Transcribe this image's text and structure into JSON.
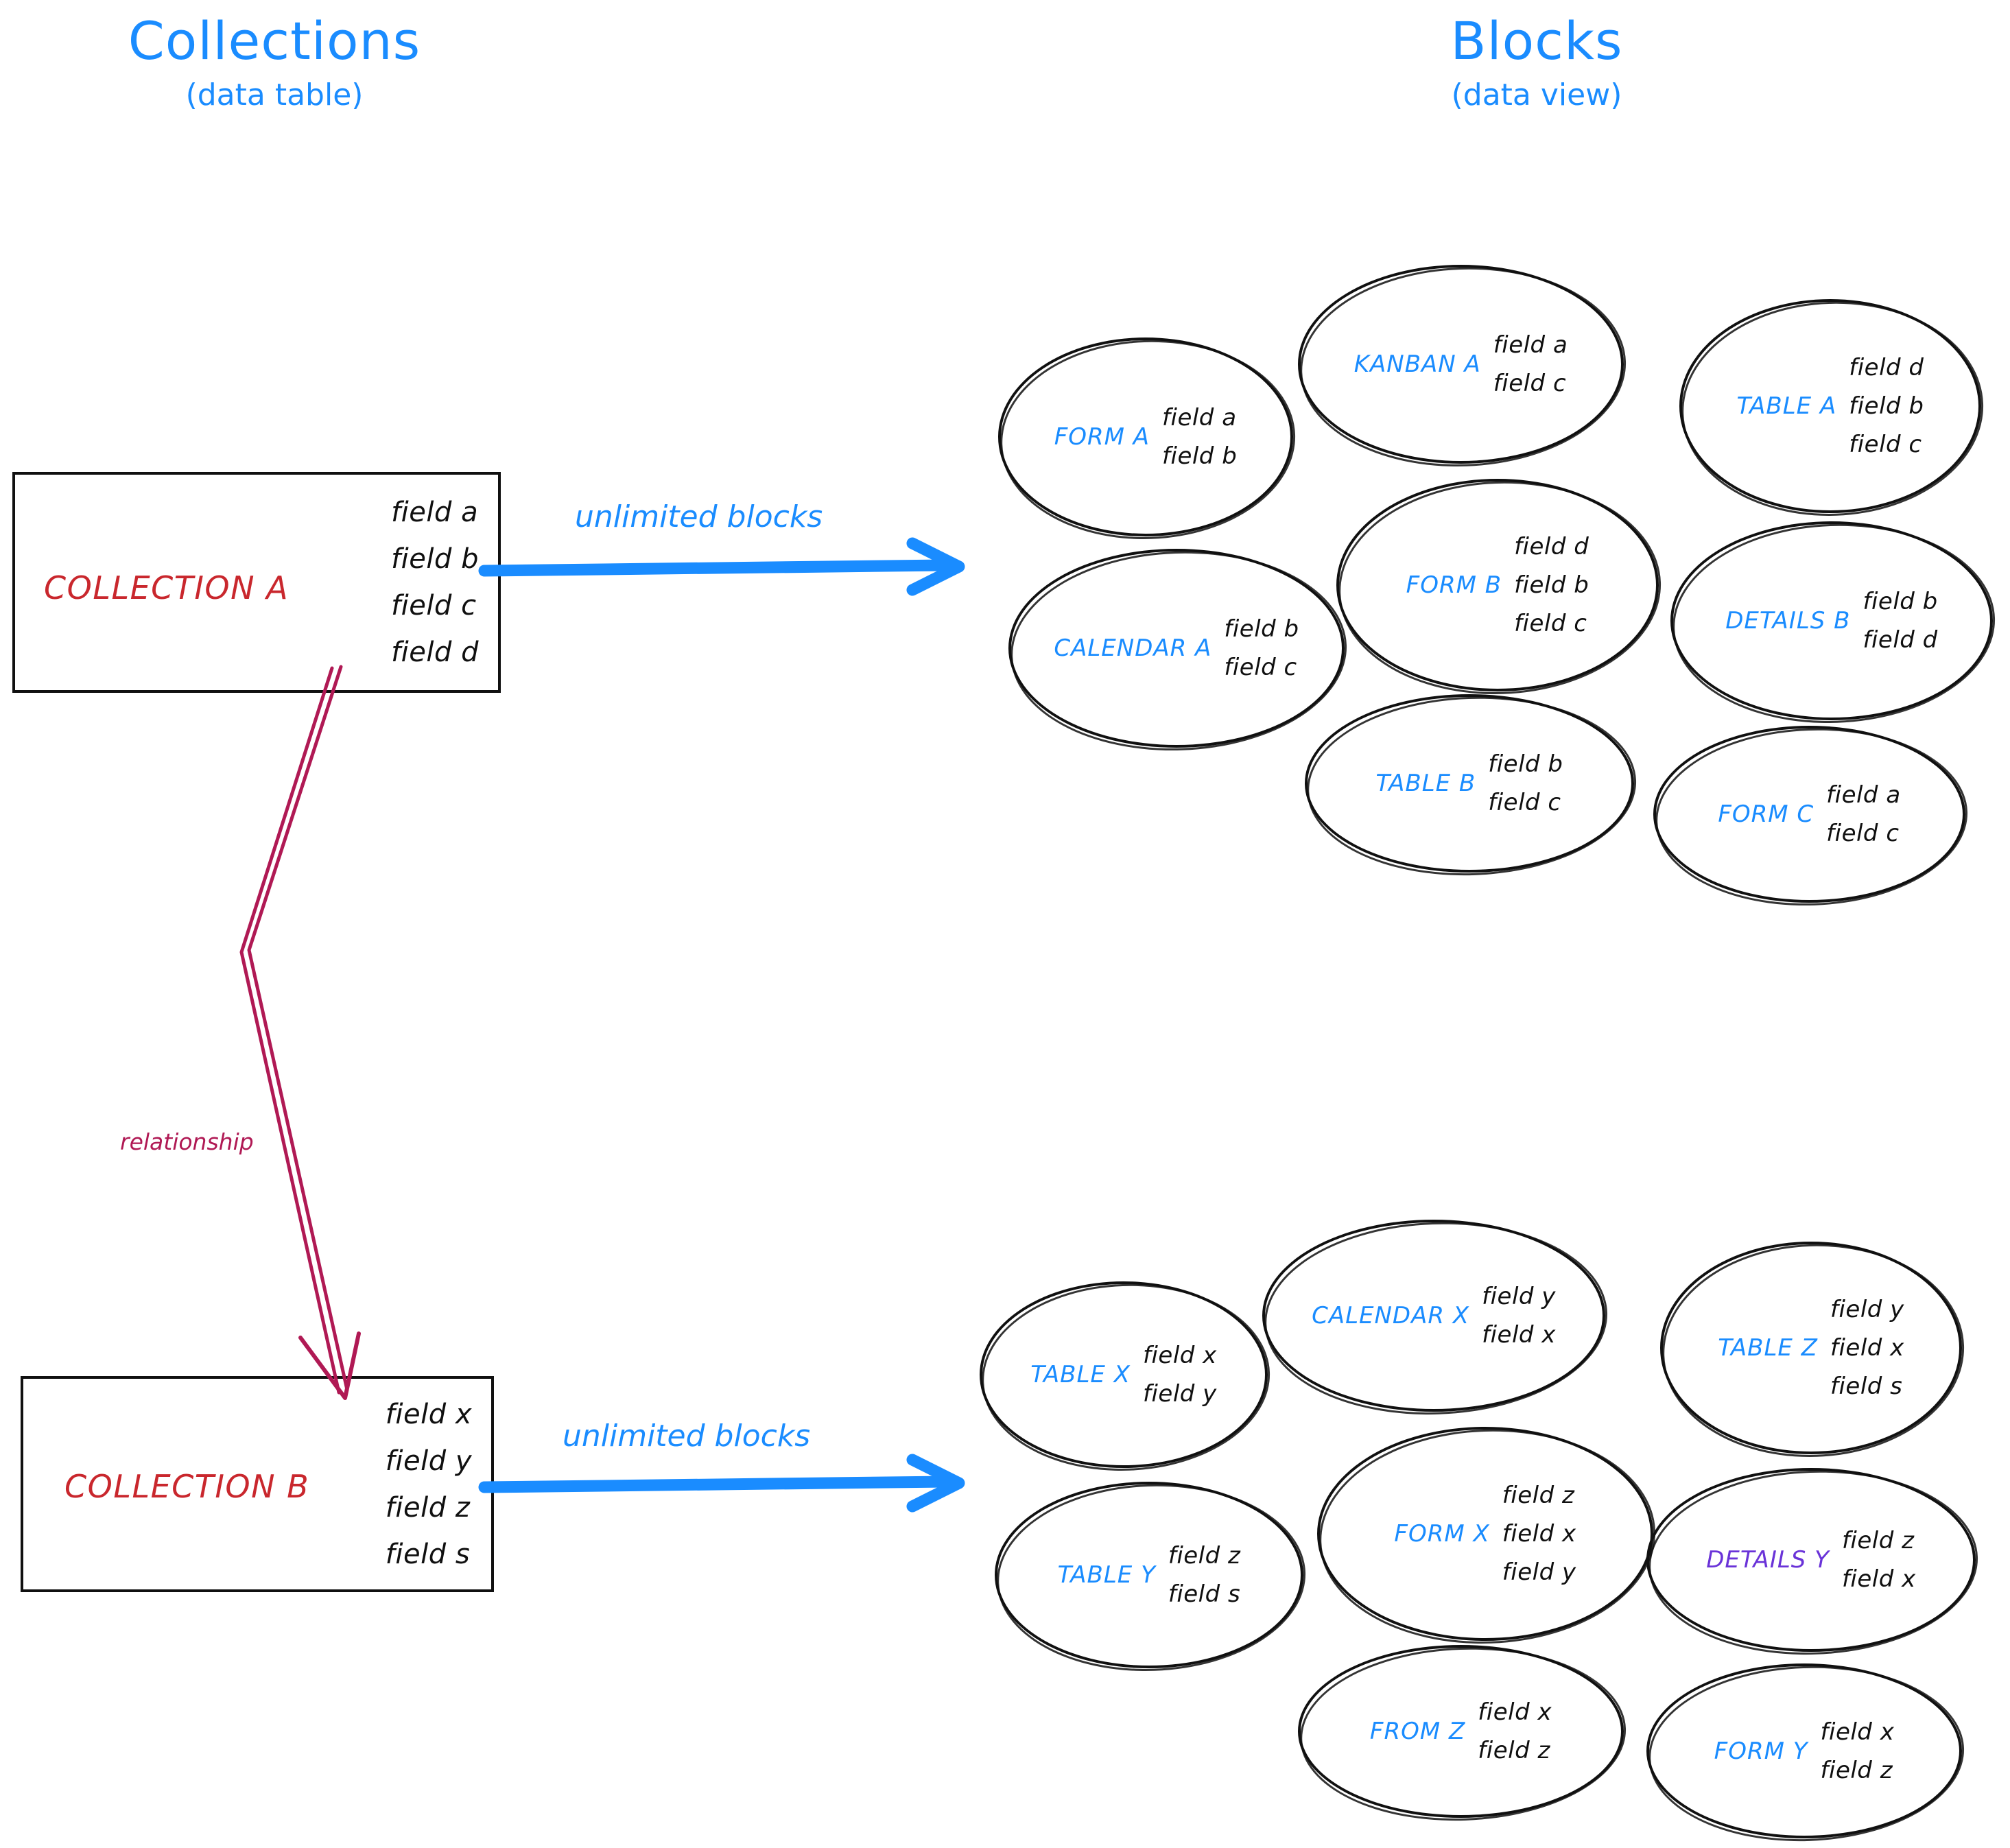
{
  "headers": {
    "left": {
      "title": "Collections",
      "subtitle": "(data table)"
    },
    "right": {
      "title": "Blocks",
      "subtitle": "(data view)"
    }
  },
  "colors": {
    "accent_blue": "#1a8cff",
    "collection_red": "#c9272d",
    "relationship_crimson": "#b01954",
    "details_purple": "#6a33d8",
    "ink_black": "#101010"
  },
  "collections": [
    {
      "name": "COLLECTION A",
      "fields": [
        "field a",
        "field b",
        "field c",
        "field d"
      ],
      "arrow_label": "unlimited blocks"
    },
    {
      "name": "COLLECTION B",
      "fields": [
        "field x",
        "field y",
        "field z",
        "field s"
      ],
      "arrow_label": "unlimited blocks"
    }
  ],
  "relationship": {
    "label": "relationship"
  },
  "blocks_top": [
    {
      "name": "FORM A",
      "color": "blue",
      "fields": [
        "field a",
        "field b"
      ]
    },
    {
      "name": "KANBAN A",
      "color": "blue",
      "fields": [
        "field a",
        "field c"
      ]
    },
    {
      "name": "TABLE A",
      "color": "blue",
      "fields": [
        "field d",
        "field b",
        "field c"
      ]
    },
    {
      "name": "CALENDAR A",
      "color": "blue",
      "fields": [
        "field b",
        "field c"
      ]
    },
    {
      "name": "FORM B",
      "color": "blue",
      "fields": [
        "field d",
        "field b",
        "field c"
      ]
    },
    {
      "name": "DETAILS B",
      "color": "blue",
      "fields": [
        "field b",
        "field d"
      ]
    },
    {
      "name": "TABLE B",
      "color": "blue",
      "fields": [
        "field b",
        "field c"
      ]
    },
    {
      "name": "FORM C",
      "color": "blue",
      "fields": [
        "field a",
        "field c"
      ]
    }
  ],
  "blocks_bottom": [
    {
      "name": "TABLE X",
      "color": "blue",
      "fields": [
        "field x",
        "field y"
      ]
    },
    {
      "name": "CALENDAR X",
      "color": "blue",
      "fields": [
        "field y",
        "field x"
      ]
    },
    {
      "name": "TABLE Z",
      "color": "blue",
      "fields": [
        "field y",
        "field x",
        "field s"
      ]
    },
    {
      "name": "TABLE Y",
      "color": "blue",
      "fields": [
        "field z",
        "field s"
      ]
    },
    {
      "name": "FORM X",
      "color": "blue",
      "fields": [
        "field z",
        "field x",
        "field y"
      ]
    },
    {
      "name": "DETAILS Y",
      "color": "purple",
      "fields": [
        "field z",
        "field x"
      ]
    },
    {
      "name": "FROM Z",
      "color": "blue",
      "fields": [
        "field x",
        "field z"
      ]
    },
    {
      "name": "FORM Y",
      "color": "blue",
      "fields": [
        "field x",
        "field z"
      ]
    }
  ]
}
